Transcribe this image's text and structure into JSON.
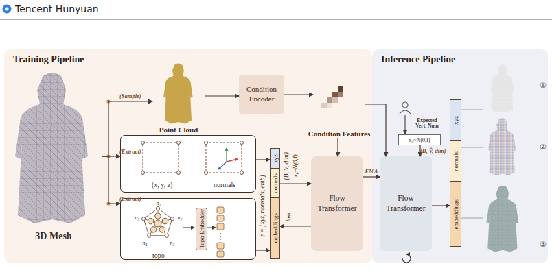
{
  "diagram": {
    "nodes": [
      {
        "text": [
          "Training Pipeline"
        ]
      },
      {
        "text": [
          "3D Mesh"
        ],
        "in": 0
      },
      {
        "text": [
          "Point Cloud"
        ],
        "in": 0
      },
      {
        "text": [
          "Condition Encoder"
        ],
        "in": 0
      },
      {
        "text": [
          "Condition Features"
        ],
        "in": 0
      },
      {
        "text": [
          "(x, y, z)",
          "normals"
        ],
        "in": 0
      },
      {
        "text": [
          "topo",
          "n₁",
          "n₂",
          "n₃",
          "n₄",
          "n₅",
          "v",
          "1",
          "2",
          "3",
          "4",
          "5"
        ],
        "in": 0
      },
      {
        "text": [
          "Topo Embedder"
        ],
        "in": 6
      },
      {
        "text": [
          "xyz"
        ],
        "in": 0
      },
      {
        "text": [
          "normals"
        ],
        "in": 0
      },
      {
        "text": [
          "embeddings"
        ],
        "in": 0
      },
      {
        "text": [
          "Flow Transformer"
        ],
        "in": 0
      },
      {
        "text": [
          "Inference Pipeline"
        ]
      },
      {
        "text": [
          "Flow Transformer"
        ],
        "in": 12
      },
      {
        "text": [
          "x₀~N(0,I)"
        ],
        "in": 12
      },
      {
        "text": [
          "xyz"
        ],
        "in": 12
      },
      {
        "text": [
          "normals"
        ],
        "in": 12
      },
      {
        "text": [
          "embeddings"
        ],
        "in": 12
      }
    ],
    "edges": [
      {
        "from": 1,
        "to": 2,
        "arrow": "to",
        "label": "(Sample)"
      },
      {
        "from": 1,
        "to": 5,
        "arrow": "to",
        "label": "(Extract)"
      },
      {
        "from": 1,
        "to": 6,
        "arrow": "to",
        "label": "(Extract)"
      },
      {
        "from": 2,
        "to": 3,
        "arrow": "to"
      },
      {
        "from": 3,
        "to": 4,
        "arrow": "to"
      },
      {
        "from": 4,
        "to": 11,
        "arrow": "to"
      },
      {
        "from": 4,
        "to": 13,
        "arrow": "to"
      },
      {
        "from": 5,
        "to": 8,
        "arrow": "to"
      },
      {
        "from": 6,
        "to": 10,
        "arrow": "to"
      },
      {
        "from": 9,
        "to": 11,
        "arrow": "to",
        "label": "x₀~N(0,I)"
      },
      {
        "from": 11,
        "to": 10,
        "arrow": "to",
        "label": "loss"
      },
      {
        "from": 11,
        "to": 13,
        "arrow": "to",
        "label": "EMA"
      },
      {
        "from": 14,
        "to": 13,
        "arrow": "to",
        "label": "(B, V̂, dim)"
      },
      {
        "from": 13,
        "to": 17,
        "arrow": "to"
      }
    ],
    "labels": [
      "Tencent Hunyuan",
      "z = [xyz, normals, emb]",
      "(B, V, dim)",
      "Expected Vert. Num",
      "①",
      "②",
      "③"
    ]
  }
}
